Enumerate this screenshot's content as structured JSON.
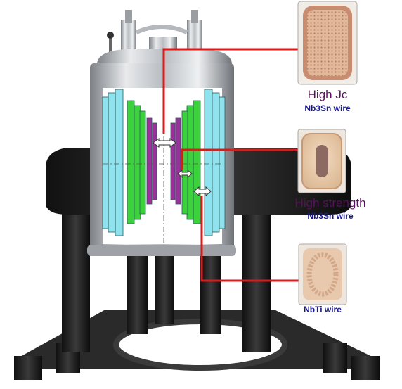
{
  "colors": {
    "outer_coil": "#8fe3ee",
    "mid_coil": "#3cd23c",
    "inner_coil": "#9b2f9b",
    "leader": "#d81b1b",
    "label_purple": "#5a1060",
    "label_blue": "#1a1a8c",
    "stand": "#222222",
    "steel": "#c9ccd0"
  },
  "wires": [
    {
      "title": "High Jc",
      "subtitle": "Nb3Sn wire"
    },
    {
      "title": "High strength",
      "subtitle": "Nb3Sn wire"
    },
    {
      "subtitle": "NbTi wire"
    }
  ]
}
